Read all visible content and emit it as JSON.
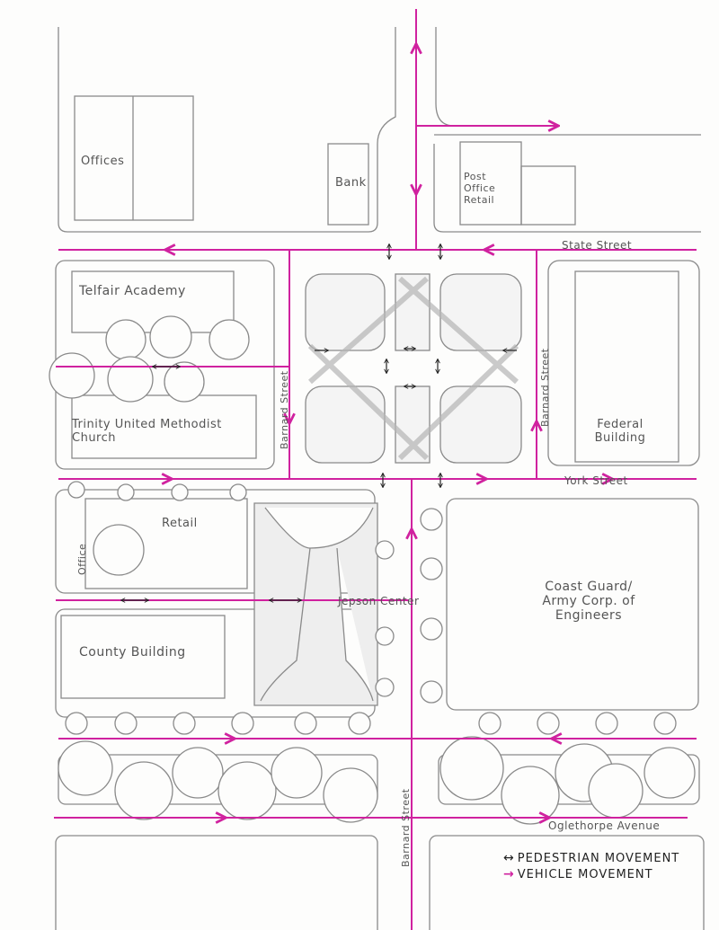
{
  "colors": {
    "vehicle": "#d0229f",
    "pedestrian": "#222222",
    "pencil": "#8a8a8a",
    "paving": "#e4e4e4"
  },
  "buildings": {
    "offices": "Offices",
    "bank": "Bank",
    "post_office": "Post Office Retail",
    "telfair": "Telfair Academy",
    "trinity": "Trinity United Methodist Church",
    "federal": "Federal Building",
    "retail": "Retail",
    "office": "Office",
    "coast_guard": "Coast Guard/ Army Corp. of Engineers",
    "jepson": "Jepson Center",
    "county": "County Building"
  },
  "streets": {
    "state": "State Street",
    "york": "York Street",
    "oglethorpe": "Oglethorpe Avenue",
    "barnard_west": "Barnard Street",
    "barnard_east": "Barnard Street",
    "barnard_south": "Barnard Street"
  },
  "legend": {
    "pedestrian_icon": "↔",
    "pedestrian": "PEDESTRIAN MOVEMENT",
    "vehicle_icon": "→",
    "vehicle": "VEHICLE MOVEMENT"
  }
}
